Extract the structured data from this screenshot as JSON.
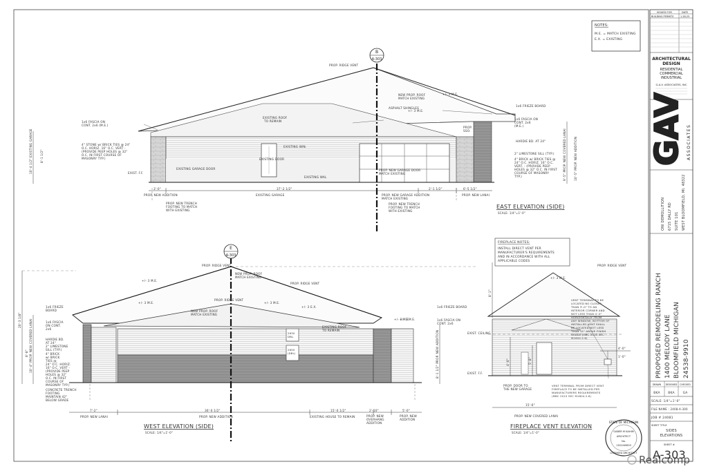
{
  "revision_table": {
    "headers": [
      "ISSUED FOR",
      "DATE"
    ],
    "rows": [
      [
        "BUILDING PERMITS",
        "1-28-25"
      ]
    ]
  },
  "notes": {
    "title": "NOTES:",
    "lines": [
      "M.E. = MATCH EXISTING",
      "E.X. = EXISTING"
    ]
  },
  "firm": {
    "title_lines": [
      "ARCHITECTURAL",
      "DESIGN"
    ],
    "types": [
      "RESIDENTIAL",
      "COMMERCIAL",
      "INDUSTRIAL"
    ],
    "name": "G.A.V. ASSOCIATES, INC",
    "logo_text": "GAV",
    "logo_sub": "ASSOCIATES"
  },
  "client": {
    "lines": [
      "ONI DEMOLLITION",
      "6715 DALLY RD",
      "SUITE 101",
      "WEST BLOOMFIELD, MI. 48322"
    ]
  },
  "project": {
    "lines": [
      "PROPOSED REMODELING RANCH",
      "1400 MELODY LANE",
      "BLOOMFIELD MICHIGAN",
      "24538-9910"
    ]
  },
  "signoff": {
    "headers": [
      "DRAWN",
      "DESIGNED",
      "CHECKED"
    ],
    "values": [
      "BKA",
      "BKA",
      "GA"
    ]
  },
  "scale_text": "SCALE: 1/4\"=1'-0\"",
  "file_name": "FILE NAME : 2408-A-300",
  "job_no": "JOB # 24081",
  "sheet_title_label": "SHEET TITLE",
  "sheet_title": [
    "SIDES",
    "ELEVATIONS"
  ],
  "sheet_no_label": "SHEET #",
  "sheet_no": "A-303",
  "seal": {
    "top": "STATE OF MICHIGAN",
    "name": "GABER M KAHIM",
    "role": "ARCHITECT",
    "no_label": "No.",
    "no": "1301049853",
    "bottom": "LICENSED ARCHITECT"
  },
  "watermark": "Realcomp",
  "east": {
    "title": "EAST ELEVATION (SIDE)",
    "scale": "SCALE: 1/4\"=1'-0\"",
    "section_tag": {
      "top": "B",
      "bottom": "A-303"
    },
    "labels": {
      "ridge_vent": "PROP. RIDGE VENT",
      "asphalt": "ASPHALT SHINGLES",
      "new_roof": [
        "NEW PROP. ROOF",
        "MATCH EXISTING"
      ],
      "existing_roof": [
        "EXISTING ROOF",
        "TO REMAIN"
      ],
      "frieze": "1x6 FRIEZE BOARD",
      "fascia_l": [
        "1x6 FASCIA ON",
        "CONT. 2x6 (M.E.)"
      ],
      "fascia_r": [
        "1x6 FASCIA ON",
        "CONT. 2x6",
        "(M.E.)"
      ],
      "hardie": "HARDIE BD. AT 24\"",
      "limestone": "2\" LIMESTONE SILL (TYP.)",
      "stone": [
        "4\" STONE w/ BRICK TIES @ 24\"",
        "O.C. HORIZ. 16\" O.C. VERT -",
        "(PROVIDE PEEP HOLES @ 32\"",
        "O.C. IN FIRST COURSE OF",
        "MASONRY TYP.)"
      ],
      "brick_r": [
        "4\" BRICK w/ BRICK TIES @",
        "24\" O.C. HORIZ. 16\" O.C.",
        "VERT. - (PROVIDE PEEP",
        "HOLES @ 32\" O.C. IN FIRST",
        "COURSE OF MASONRY",
        "TYP.)"
      ],
      "existing_win": "EXISTING WIN.",
      "existing_door": "EXISTING DOOR",
      "existing_garage_door": "EXISTING GARAGE DOOR",
      "new_garage_door": [
        "PROP. NEW GARAGE DOOR",
        "MATCH EXISTING"
      ],
      "existing_wal": "EXISTING WAL",
      "exist_ff": "EXIST. F.F.",
      "dim_left": "3'-0\"",
      "dim_mid": "37'-2 1/2\"",
      "dim_r1": "2'-1 1/2\"",
      "dim_r2": "6'-5 1/2\"",
      "prop_addition": "PROP. NEW ADDITION",
      "existing_garage": "EXISTING GARAGE",
      "garage_addition": [
        "PROP. NEW GARAGE ADDITION",
        "MATCH EXISTING"
      ],
      "new_lanai": "PROP. NEW LANAI",
      "trench_l": [
        "PROP. NEW TRENCH",
        "FOOTING TO MATCH",
        "WITH EXISTING"
      ],
      "trench_r": [
        "PROP. NEW TRENCH",
        "FOOTING TO MATCH",
        "WITH EXISTING"
      ],
      "me_ridge": "+/- 3 M.E.",
      "me_roof": "+/- 3 M.E.",
      "dim_vl": "10'-4 1/2\" EXISTING GARAGE",
      "dim_vl2": "8'-1 1/2\"",
      "dim_vr": "9'-5\" PROP. NEW COVERED LANAI",
      "dim_vr2": "10'-5\" PROP. NEW ADDITION",
      "prop_sso": [
        "PROP.",
        "SSO."
      ]
    }
  },
  "west": {
    "title": "WEST ELEVATION (SIDE)",
    "scale": "SCALE: 1/4\"=1'-0\"",
    "section_tag": {
      "top": "E",
      "bottom": "A-303"
    },
    "labels": {
      "ridge_vent_top": "PROP. RIDGE VENT",
      "ridge_vent_mid": "PROP. RIDGE VENT",
      "ridge_vent_low": "PROP. RIDGE VENT",
      "new_roof": [
        "NEW PROP. ROOF",
        "MATCH EXISTING"
      ],
      "new_roof2": [
        "NEW PROP. ROOF",
        "MATCH EXISTING"
      ],
      "existing_roof": [
        "EXISTING ROOF",
        "TO REMAIN"
      ],
      "frieze_l": [
        "1x6 FRIEZE",
        "BOARD"
      ],
      "frieze_r": "1x6 FRIEZE BOARD",
      "fascia_l": [
        "1x6 FASCIA",
        "ON CONT.",
        "2x6"
      ],
      "fascia_r": [
        "1x6 FASCIA ON",
        "CONT. 2x6"
      ],
      "hardie": [
        "HARDIE BD.",
        "AT 24\""
      ],
      "limestone": [
        "2\" LIMESTONE",
        "SILL (TYP.)"
      ],
      "brick": [
        "4\" BRICK",
        "w/ BRICK",
        "TIES @",
        "24\" O.C. HORIZ.",
        "16\" O.C. VERT -",
        "(PROVIDE PEEP",
        "HOLES @ 32\"",
        "O.C. IN FIRST",
        "COURSE OF",
        "MASONRY TYP.)"
      ],
      "trench": [
        "CONCRETE TRENCH",
        "FOOTING",
        "MAINTAIN 42\"",
        "BELOW GRADE"
      ],
      "window_1": [
        "2630",
        "DBL."
      ],
      "window_2": [
        "2650",
        "(DBL)"
      ],
      "me_1": "+/- 3 M.E.",
      "me_2": "+/- 3 M.E.",
      "me_3": "+/- 3 E.X.",
      "me_4": "+/- 3 M.E.",
      "me_5": "+/- 3 M.E.",
      "dim_1": "7'-2\"",
      "dim_2": "36'-0 1/2\"",
      "dim_3": "15'-0 1/2\"",
      "dim_4": "2'-10\"",
      "dim_5": "5'-0\"",
      "lbl_1": "PROP. NEW LANAI",
      "lbl_2": "PROP. NEW ADDITION",
      "lbl_3": "EXISTING HOUSE TO REMAIN",
      "lbl_4": [
        "PROP. NEW",
        "OVERHANG",
        "ADDITION"
      ],
      "lbl_5": [
        "PROP. NEW",
        "ADDITION"
      ],
      "dim_vl": "20'-3 1/8\"",
      "dim_vl2": "10'-4\" PROP. NEW COVERED LANAI",
      "dim_vl3": "8'-8\"",
      "dim_vr": "8'-1 1/2\" PROP. NEW ADDITION"
    }
  },
  "fireplace": {
    "notes_title": "FIREPLACE NOTES:",
    "notes_lines": [
      "INSTALL DIRECT VENT PER",
      "MANUFACTURER'S REQUIREMENTS",
      "AND IN ACCORDANCE WITH ALL",
      "APPLICABLE CODES"
    ],
    "title": "FIREPLACE VENT ELEVATION",
    "scale": "SCALE: 1/4\"=1'-0\"",
    "labels": {
      "ridge_vent": "PROP. RIDGE VENT",
      "me": "+/- 3 M.E.",
      "me2": "+/- 3 M.E.",
      "exist_ceiling": "EXIST. CEILING",
      "exist_ff": "EXIST. F.F.",
      "dim_h": "15'-6\"",
      "dim_v1": "4'-0\"",
      "dim_v2": "8'-1\"",
      "dim_v3": "5'-8\"",
      "door": [
        "PROP. DOOR TO",
        "THE NEW GARAGE"
      ],
      "lanai": "PROP. NEW COVERED LANAI",
      "vent_note": [
        "VENT TERMINAL TO BE",
        "LOCATED NO CLOSER",
        "THAN 3'-0\" TO AN",
        "INTERIOR CORNER AND",
        "NOT LESS THAN 4'-0\"",
        "HORIZONTALLY FROM",
        "ANY WINDOW, BOTTOM OF",
        "INSTALLED VENT SHALL",
        "BE LOCATED NOT LESS",
        "THAN 12\" ABOVE FINISH",
        "GRADE (MBC 2015 SEC",
        "M1804.2.6)"
      ],
      "vent_note2": [
        "VENT TERMINAL FROM DIRECT VENT",
        "FIREPLACE TO BE INSTALLED PER",
        "MANUFACTURERS REQUIREMENTS",
        "(MBC 2015 SEC M1804.2.6)"
      ],
      "dim_c1": "4'-0\"",
      "dim_c2": "1'-0\""
    }
  }
}
